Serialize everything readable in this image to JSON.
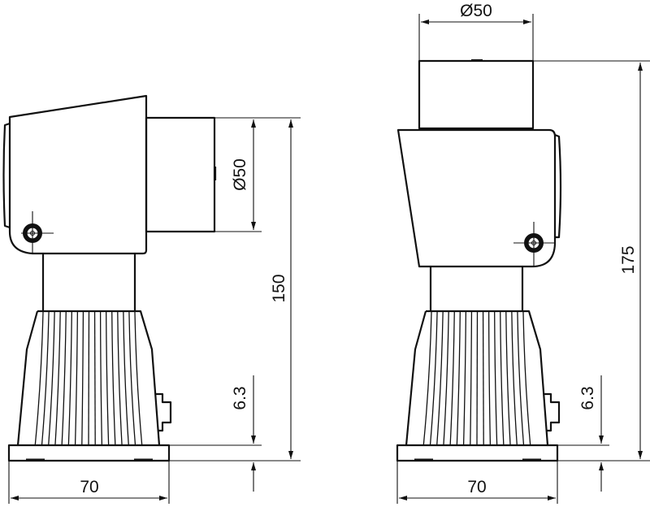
{
  "drawing": {
    "left_view": {
      "dimensions": {
        "diameter": "Ø50",
        "height": "150",
        "plate": "6.3",
        "width": "70"
      }
    },
    "right_view": {
      "dimensions": {
        "diameter": "Ø50",
        "height": "175",
        "plate": "6.3",
        "width": "70"
      }
    },
    "line_color": "#111111",
    "background": "#ffffff"
  }
}
